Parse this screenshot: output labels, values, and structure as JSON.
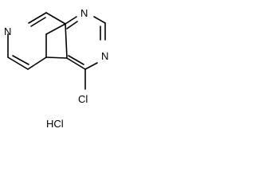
{
  "molecule": {
    "atoms": {
      "n_pyridine": "N",
      "n1_pyrimidine": "N",
      "n3_pyrimidine": "N",
      "chlorine": "Cl"
    },
    "salt": "HCl"
  }
}
